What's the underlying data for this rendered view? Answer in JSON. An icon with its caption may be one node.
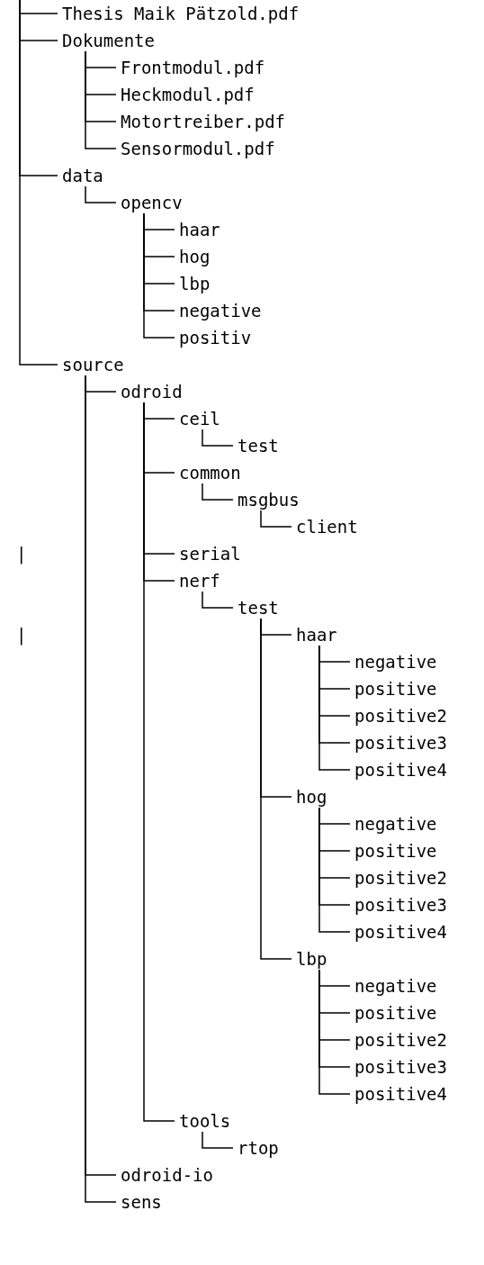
{
  "diagram": {
    "nodes": [
      {
        "text": [
          "Thesis Maik Pätzold.pdf"
        ]
      },
      {
        "text": [
          "Dokumente"
        ]
      },
      {
        "text": [
          "Frontmodul.pdf"
        ]
      },
      {
        "text": [
          "Heckmodul.pdf"
        ]
      },
      {
        "text": [
          "Motortreiber.pdf"
        ]
      },
      {
        "text": [
          "Sensormodul.pdf"
        ]
      },
      {
        "text": [
          "data"
        ]
      },
      {
        "text": [
          "opencv"
        ]
      },
      {
        "text": [
          "haar"
        ]
      },
      {
        "text": [
          "hog"
        ]
      },
      {
        "text": [
          "lbp"
        ]
      },
      {
        "text": [
          "negative"
        ]
      },
      {
        "text": [
          "positiv"
        ]
      },
      {
        "text": [
          "source"
        ]
      },
      {
        "text": [
          "odroid"
        ]
      },
      {
        "text": [
          "ceil"
        ]
      },
      {
        "text": [
          "test"
        ]
      },
      {
        "text": [
          "common"
        ]
      },
      {
        "text": [
          "msgbus"
        ]
      },
      {
        "text": [
          "client"
        ]
      },
      {
        "text": [
          "serial"
        ]
      },
      {
        "text": [
          "nerf"
        ]
      },
      {
        "text": [
          "test"
        ]
      },
      {
        "text": [
          "haar"
        ]
      },
      {
        "text": [
          "negative"
        ]
      },
      {
        "text": [
          "positive"
        ]
      },
      {
        "text": [
          "positive2"
        ]
      },
      {
        "text": [
          "positive3"
        ]
      },
      {
        "text": [
          "positive4"
        ]
      },
      {
        "text": [
          "hog"
        ]
      },
      {
        "text": [
          "negative"
        ]
      },
      {
        "text": [
          "positive"
        ]
      },
      {
        "text": [
          "positive2"
        ]
      },
      {
        "text": [
          "positive3"
        ]
      },
      {
        "text": [
          "positive4"
        ]
      },
      {
        "text": [
          "lbp"
        ]
      },
      {
        "text": [
          "negative"
        ]
      },
      {
        "text": [
          "positive"
        ]
      },
      {
        "text": [
          "positive2"
        ]
      },
      {
        "text": [
          "positive3"
        ]
      },
      {
        "text": [
          "positive4"
        ]
      },
      {
        "text": [
          "tools"
        ]
      },
      {
        "text": [
          "rtop"
        ]
      },
      {
        "text": [
          "odroid-io"
        ]
      },
      {
        "text": [
          "sens"
        ]
      }
    ],
    "edges": [
      {
        "from": null,
        "to": 0,
        "arrow": "none"
      },
      {
        "from": null,
        "to": 1,
        "arrow": "none"
      },
      {
        "from": 1,
        "to": 2,
        "arrow": "none"
      },
      {
        "from": 1,
        "to": 3,
        "arrow": "none"
      },
      {
        "from": 1,
        "to": 4,
        "arrow": "none"
      },
      {
        "from": 1,
        "to": 5,
        "arrow": "none"
      },
      {
        "from": null,
        "to": 6,
        "arrow": "none"
      },
      {
        "from": 6,
        "to": 7,
        "arrow": "none"
      },
      {
        "from": 7,
        "to": 8,
        "arrow": "none"
      },
      {
        "from": 7,
        "to": 9,
        "arrow": "none"
      },
      {
        "from": 7,
        "to": 10,
        "arrow": "none"
      },
      {
        "from": 7,
        "to": 11,
        "arrow": "none"
      },
      {
        "from": 7,
        "to": 12,
        "arrow": "none"
      },
      {
        "from": null,
        "to": 13,
        "arrow": "none"
      },
      {
        "from": 13,
        "to": 14,
        "arrow": "none"
      },
      {
        "from": 14,
        "to": 15,
        "arrow": "none"
      },
      {
        "from": 15,
        "to": 16,
        "arrow": "none"
      },
      {
        "from": 14,
        "to": 17,
        "arrow": "none"
      },
      {
        "from": 17,
        "to": 18,
        "arrow": "none"
      },
      {
        "from": 18,
        "to": 19,
        "arrow": "none"
      },
      {
        "from": 14,
        "to": 20,
        "arrow": "none"
      },
      {
        "from": 14,
        "to": 21,
        "arrow": "none"
      },
      {
        "from": 21,
        "to": 22,
        "arrow": "none"
      },
      {
        "from": 22,
        "to": 23,
        "arrow": "none"
      },
      {
        "from": 23,
        "to": 24,
        "arrow": "none"
      },
      {
        "from": 23,
        "to": 25,
        "arrow": "none"
      },
      {
        "from": 23,
        "to": 26,
        "arrow": "none"
      },
      {
        "from": 23,
        "to": 27,
        "arrow": "none"
      },
      {
        "from": 23,
        "to": 28,
        "arrow": "none"
      },
      {
        "from": 22,
        "to": 29,
        "arrow": "none"
      },
      {
        "from": 29,
        "to": 30,
        "arrow": "none"
      },
      {
        "from": 29,
        "to": 31,
        "arrow": "none"
      },
      {
        "from": 29,
        "to": 32,
        "arrow": "none"
      },
      {
        "from": 29,
        "to": 33,
        "arrow": "none"
      },
      {
        "from": 29,
        "to": 34,
        "arrow": "none"
      },
      {
        "from": 22,
        "to": 35,
        "arrow": "none"
      },
      {
        "from": 35,
        "to": 36,
        "arrow": "none"
      },
      {
        "from": 35,
        "to": 37,
        "arrow": "none"
      },
      {
        "from": 35,
        "to": 38,
        "arrow": "none"
      },
      {
        "from": 35,
        "to": 39,
        "arrow": "none"
      },
      {
        "from": 35,
        "to": 40,
        "arrow": "none"
      },
      {
        "from": 14,
        "to": 41,
        "arrow": "none"
      },
      {
        "from": 41,
        "to": 42,
        "arrow": "none"
      },
      {
        "from": 13,
        "to": 43,
        "arrow": "none"
      },
      {
        "from": 13,
        "to": 44,
        "arrow": "none"
      }
    ],
    "labels": [
      "|",
      "|"
    ]
  }
}
